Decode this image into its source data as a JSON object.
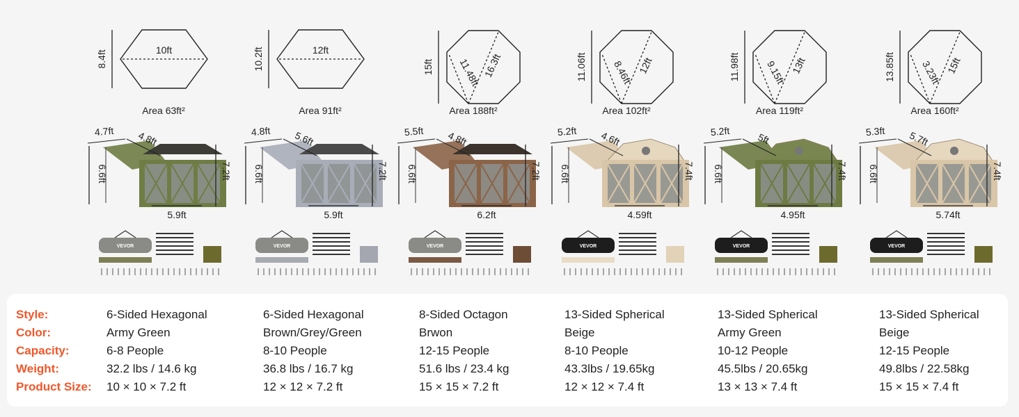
{
  "brand": "VEVOR",
  "accent_color": "#f0572a",
  "table_labels": [
    "Style:",
    "Color:",
    "Capacity:",
    "Weight:",
    "Product Size:"
  ],
  "products": [
    {
      "shape": "hexagon",
      "height_label": "8.4ft",
      "width_label": "10ft",
      "area": "Area 63ft²",
      "awning_a": "4.7ft",
      "awning_b": "4.8ft",
      "pole_height": "6.6ft",
      "tent_height": "7.2ft",
      "base_width": "5.9ft",
      "tent_kind": "square",
      "tent_color": "#6f7d45",
      "roof_color": "#3d3d35",
      "bag_color": "#8a8a86",
      "rug_color": "#7d7f55",
      "tarp_color": "#6d6a2e",
      "style": "6-Sided Hexagonal",
      "color": "Army Green",
      "capacity": "6-8 People",
      "weight": "32.2 lbs / 14.6 kg",
      "size": "10 × 10 × 7.2 ft"
    },
    {
      "shape": "hexagon",
      "height_label": "10.2ft",
      "width_label": "12ft",
      "area": "Area 91ft²",
      "awning_a": "4.8ft",
      "awning_b": "5.6ft",
      "pole_height": "6.6ft",
      "tent_height": "7.2ft",
      "base_width": "5.9ft",
      "tent_kind": "square",
      "tent_color": "#a9adb8",
      "roof_color": "#4a4a4a",
      "bag_color": "#8a8a86",
      "rug_color": "#a8aab2",
      "tarp_color": "#a4a7b0",
      "style": "6-Sided Hexagonal",
      "color": "Brown/Grey/Green",
      "capacity": "8-10 People",
      "weight": "36.8 lbs / 16.7 kg",
      "size": "12 × 12 × 7.2 ft"
    },
    {
      "shape": "octagon",
      "height_label": "15ft",
      "diag_short": "11.48ft",
      "diag_long": "16.3ft",
      "area": "Area 188ft²",
      "awning_a": "5.5ft",
      "awning_b": "4.8ft",
      "pole_height": "6.6ft",
      "tent_height": "7.2ft",
      "base_width": "6.2ft",
      "tent_kind": "octagon",
      "tent_color": "#8b6448",
      "roof_color": "#3c332c",
      "bag_color": "#8a8a86",
      "rug_color": "#7b5a44",
      "tarp_color": "#6e4d36",
      "style": "8-Sided Octagon",
      "color": "Brwon",
      "capacity": "12-15 People",
      "weight": "51.6 lbs / 23.4 kg",
      "size": "15 × 15 × 7.2 ft"
    },
    {
      "shape": "octagon",
      "height_label": "11.06ft",
      "diag_short": "8.46ft",
      "diag_long": "12ft",
      "area": "Area 102ft²",
      "awning_a": "5.2ft",
      "awning_b": "4.6ft",
      "pole_height": "6.6ft",
      "tent_height": "7.4ft",
      "base_width": "4.59ft",
      "tent_kind": "dome",
      "tent_color": "#d9c6a8",
      "roof_color": "#e6d7bf",
      "bag_color": "#1d1d1d",
      "rug_color": "#e8dcc6",
      "tarp_color": "#e2d2b8",
      "style": "13-Sided Spherical",
      "color": "Beige",
      "capacity": "8-10 People",
      "weight": "43.3lbs / 19.65kg",
      "size": "12 × 12 × 7.4 ft"
    },
    {
      "shape": "octagon",
      "height_label": "11.98ft",
      "diag_short": "9.15ft",
      "diag_long": "13ft",
      "area": "Area 119ft²",
      "awning_a": "5.2ft",
      "awning_b": "5ft",
      "pole_height": "6.6ft",
      "tent_height": "7.4ft",
      "base_width": "4.95ft",
      "tent_kind": "dome",
      "tent_color": "#6d7a42",
      "roof_color": "#7a8650",
      "bag_color": "#1d1d1d",
      "rug_color": "#7d7f55",
      "tarp_color": "#6d6a2e",
      "style": "13-Sided Spherical",
      "color": "Army Green",
      "capacity": "10-12 People",
      "weight": "45.5lbs / 20.65kg",
      "size": "13 × 13 × 7.4 ft"
    },
    {
      "shape": "octagon",
      "height_label": "13.85ft",
      "diag_short": "3.23ft",
      "diag_long": "15ft",
      "area": "Area 160ft²",
      "awning_a": "5.3ft",
      "awning_b": "5.7ft",
      "pole_height": "6.6ft",
      "tent_height": "7.4ft",
      "base_width": "5.74ft",
      "tent_kind": "dome",
      "tent_color": "#d9c6a8",
      "roof_color": "#e6d7bf",
      "bag_color": "#1d1d1d",
      "rug_color": "#7d7f55",
      "tarp_color": "#6d6a2e",
      "style": "13-Sided Spherical",
      "color": "Beige",
      "capacity": "12-15 People",
      "weight": "49.8lbs / 22.58kg",
      "size": "15 × 15 × 7.4 ft"
    }
  ]
}
